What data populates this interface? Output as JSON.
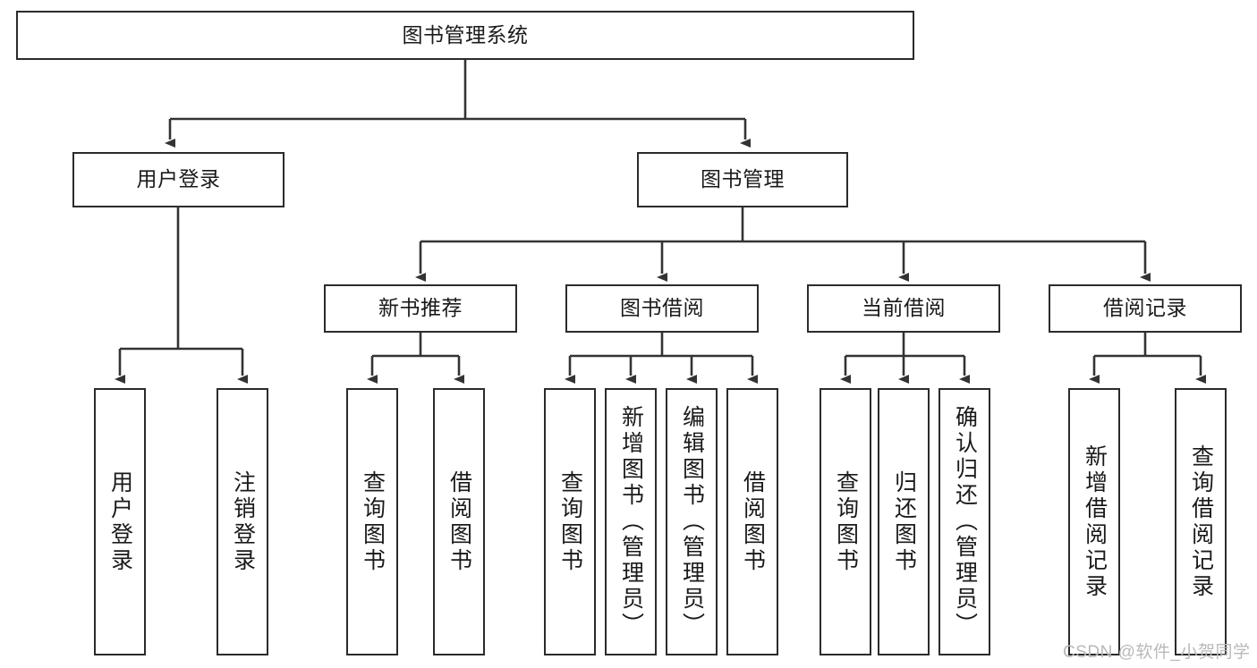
{
  "diagram": {
    "type": "tree-hierarchy-chart",
    "title": "图书管理系统",
    "watermark": "CSDN @软件_小贺同学",
    "colors": {
      "box_border": "#2b2b2b",
      "box_fill": "#ffffff",
      "connector": "#333333",
      "text": "#1a1a1a",
      "watermark": "#b9b9b9"
    },
    "nodes": {
      "root": {
        "label": "图书管理系统"
      },
      "level2": [
        {
          "id": "user-login",
          "label": "用户登录"
        },
        {
          "id": "book-management",
          "label": "图书管理"
        }
      ],
      "level3": [
        {
          "id": "new-book-recommend",
          "label": "新书推荐"
        },
        {
          "id": "book-borrow",
          "label": "图书借阅"
        },
        {
          "id": "current-borrow",
          "label": "当前借阅"
        },
        {
          "id": "borrow-record",
          "label": "借阅记录"
        }
      ],
      "leaves": {
        "user_login": [
          {
            "id": "leaf-user-login",
            "label": "用户登录"
          },
          {
            "id": "leaf-logout-login",
            "label": "注销登录"
          }
        ],
        "new_book_recommend": [
          {
            "id": "leaf-query-book-1",
            "label": "查询图书"
          },
          {
            "id": "leaf-borrow-book-1",
            "label": "借阅图书"
          }
        ],
        "book_borrow": [
          {
            "id": "leaf-query-book-2",
            "label": "查询图书"
          },
          {
            "id": "leaf-add-book",
            "label": "新增图书（管理员）"
          },
          {
            "id": "leaf-edit-book",
            "label": "编辑图书（管理员）"
          },
          {
            "id": "leaf-borrow-book-2",
            "label": "借阅图书"
          }
        ],
        "current_borrow": [
          {
            "id": "leaf-query-book-3",
            "label": "查询图书"
          },
          {
            "id": "leaf-return-book",
            "label": "归还图书"
          },
          {
            "id": "leaf-confirm-return",
            "label": "确认归还（管理员）"
          }
        ],
        "borrow_record": [
          {
            "id": "leaf-add-borrow-record",
            "label": "新增借阅记录"
          },
          {
            "id": "leaf-query-borrow-record",
            "label": "查询借阅记录"
          }
        ]
      }
    }
  }
}
